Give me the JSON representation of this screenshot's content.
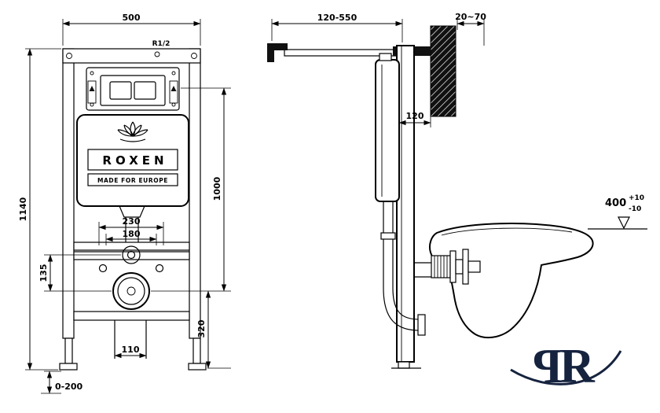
{
  "front": {
    "width": "500",
    "thread_size": "R1/2",
    "total_height": "1140",
    "actuator_center_height": "1000",
    "fixing_width": "230",
    "fixing_inner_width": "180",
    "inlet_offset": "135",
    "outlet_center_height": "320",
    "outlet_width": "110",
    "leg_adjustment": "0-200",
    "brand_name": "ROXEN",
    "brand_tagline": "MADE FOR EUROPE"
  },
  "side": {
    "mounting_depth_range": "120-550",
    "top_fixing_range": "20~70",
    "cistern_depth": "120",
    "bowl_height": "400",
    "bowl_height_tol_plus": "+10",
    "bowl_height_tol_minus": "-10"
  },
  "logo": {
    "left_letter": "P",
    "right_letter": "R"
  }
}
